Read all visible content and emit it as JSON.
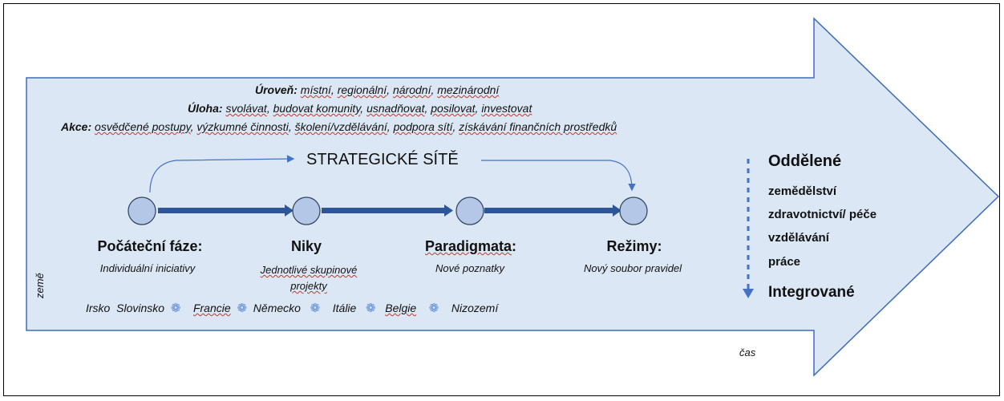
{
  "top": {
    "level_label": "Úroveň:",
    "level_items": [
      "místní",
      "regionální",
      "národní",
      "mezinárodní"
    ],
    "task_label": "Úloha:",
    "task_items": [
      "svolávat",
      "budovat komunity",
      "usnadňovat",
      "posilovat",
      "investovat"
    ],
    "action_label": "Akce:",
    "action_items": [
      "osvědčené postupy",
      "výzkumné činnosti",
      "školení/vzdělávání",
      "podpora sítí",
      "získávání finančních prostředků"
    ]
  },
  "network_title": "STRATEGICKÉ SÍTĚ",
  "phases": [
    {
      "title": "Počáteční fáze:",
      "subtitle": "Individuální iniciativy"
    },
    {
      "title": "Niky",
      "subtitle": "Jednotlivé skupinové projekty"
    },
    {
      "title": "Paradigmata",
      "title_suffix": ":",
      "subtitle": "Nové poznatky"
    },
    {
      "title": "Režimy:",
      "subtitle": "Nový soubor pravidel"
    }
  ],
  "countries_label": "země",
  "countries": [
    "Irsko",
    "Slovinsko",
    "Francie",
    "Německo",
    "Itálie",
    "Belgie",
    "Nizozemí"
  ],
  "time_label": "čas",
  "right": {
    "top": "Oddělené",
    "items": [
      "zemědělství",
      "zdravotnictví/ péče",
      "vzdělávání",
      "práce"
    ],
    "bottom": "Integrované"
  },
  "colors": {
    "arrow_fill": "#dbe7f4",
    "arrow_stroke": "#3f6db5",
    "node_fill": "#b4c7e7",
    "accent": "#4472c4"
  }
}
